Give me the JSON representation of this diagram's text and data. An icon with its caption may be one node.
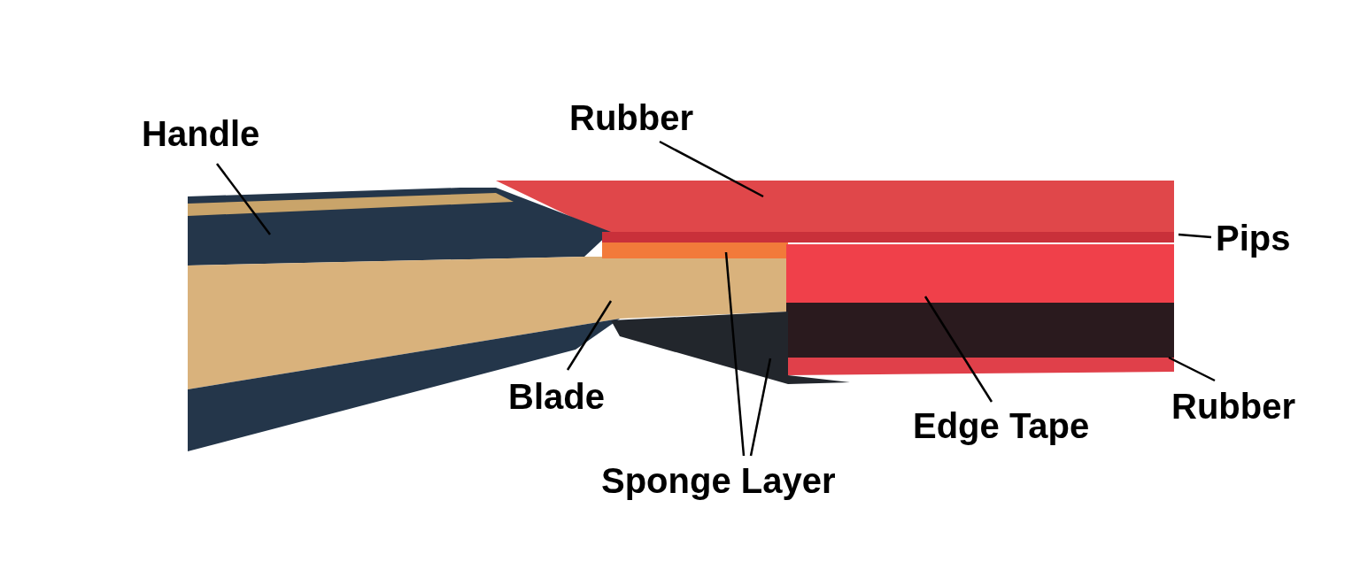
{
  "diagram": {
    "nodes": [
      {
        "text": [
          "Handle"
        ]
      },
      {
        "text": [
          "Rubber"
        ]
      },
      {
        "text": [
          "Pips"
        ]
      },
      {
        "text": [
          "Blade"
        ]
      },
      {
        "text": [
          "Sponge Layer"
        ]
      },
      {
        "text": [
          "Edge Tape"
        ]
      },
      {
        "text": [
          "Rubber"
        ]
      }
    ],
    "edges": [
      {
        "from": 0,
        "to": null,
        "arrow": "none"
      },
      {
        "from": 1,
        "to": null,
        "arrow": "none"
      },
      {
        "from": 2,
        "to": null,
        "arrow": "none"
      },
      {
        "from": 3,
        "to": null,
        "arrow": "none"
      },
      {
        "from": 4,
        "to": null,
        "arrow": "none"
      },
      {
        "from": 4,
        "to": null,
        "arrow": "none"
      },
      {
        "from": 5,
        "to": null,
        "arrow": "none"
      },
      {
        "from": 6,
        "to": null,
        "arrow": "none"
      }
    ]
  }
}
